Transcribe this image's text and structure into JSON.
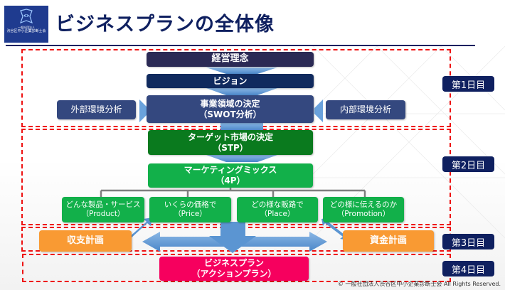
{
  "header": {
    "logo_line1": "一般社団法人",
    "logo_line2": "渋谷区中小企業診断士会",
    "title": "ビジネスプランの全体像"
  },
  "diagram": {
    "philosophy": "経営理念",
    "vision": "ビジョン",
    "domain_line1": "事業領域の決定",
    "domain_line2": "（SWOT分析）",
    "external": "外部環境分析",
    "internal": "内部環境分析",
    "stp_line1": "ターゲット市場の決定",
    "stp_line2": "（STP）",
    "mix_line1": "マーケティングミックス",
    "mix_line2": "（4P）",
    "four_p": [
      {
        "line1": "どんな製品・サービス",
        "line2": "（Product）"
      },
      {
        "line1": "いくらの価格で",
        "line2": "（Price）"
      },
      {
        "line1": "どの様な販路で",
        "line2": "（Place）"
      },
      {
        "line1": "どの様に伝えるのか",
        "line2": "（Promotion）"
      }
    ],
    "income_plan": "収支計画",
    "fund_plan": "資金計画",
    "bizplan_line1": "ビジネスプラン",
    "bizplan_line2": "（アクションプラン）"
  },
  "days": [
    "第1日目",
    "第2日目",
    "第3日目",
    "第4日目"
  ],
  "colors": {
    "navy": "#0f2060",
    "philosophy": "#2b2a55",
    "vision": "#102a5e",
    "domain": "#34487f",
    "dark_green": "#0a7a1e",
    "green": "#12b04a",
    "orange": "#f99a33",
    "pink": "#f6005e",
    "arrow_blue": "#5b9bd5",
    "dash_red": "#ee1111"
  },
  "footer": {
    "copyright": "© 一般社団法人渋谷区中小企業診断士会 All Rights Reserved."
  }
}
